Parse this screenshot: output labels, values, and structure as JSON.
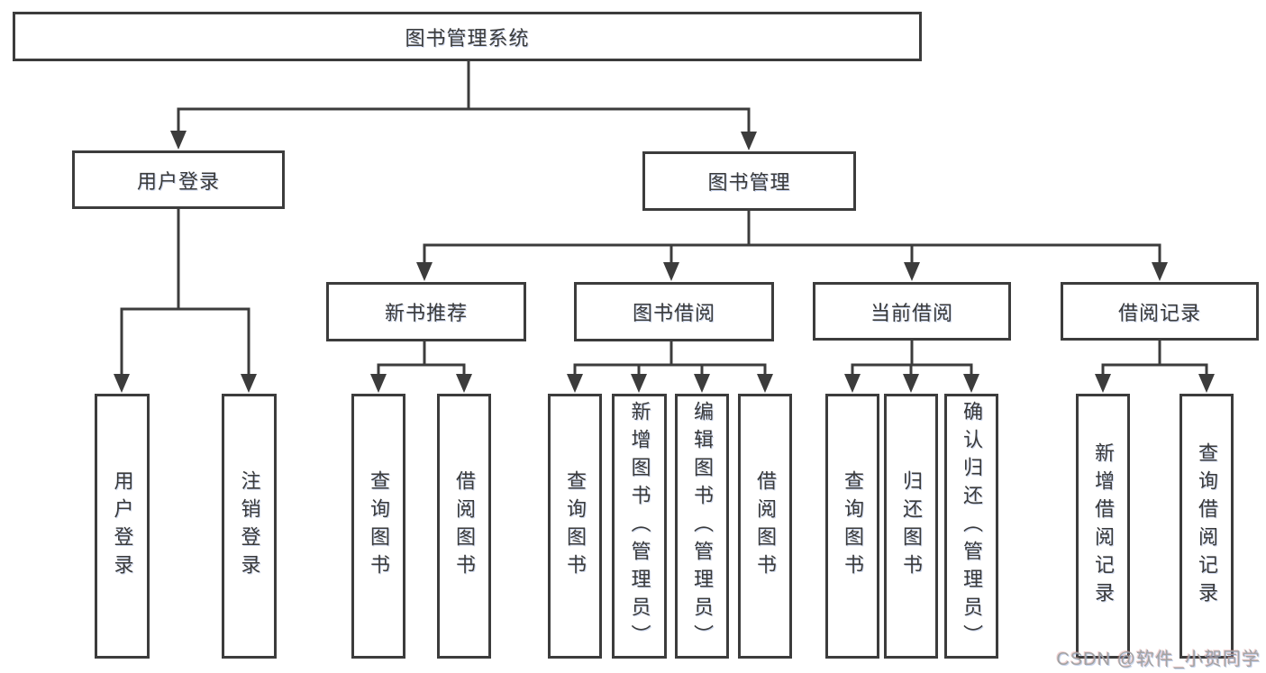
{
  "diagram": {
    "root": "图书管理系统",
    "level2": [
      "用户登录",
      "图书管理"
    ],
    "level3": [
      "新书推荐",
      "图书借阅",
      "当前借阅",
      "借阅记录"
    ],
    "leaves": {
      "login": [
        "用户登录",
        "注销登录"
      ],
      "recommend": [
        "查询图书",
        "借阅图书"
      ],
      "borrow": [
        "查询图书",
        "新增图书（管理员）",
        "编辑图书（管理员）",
        "借阅图书"
      ],
      "current": [
        "查询图书",
        "归还图书",
        "确认归还（管理员）"
      ],
      "record": [
        "新增借阅记录",
        "查询借阅记录"
      ]
    }
  },
  "watermark": "CSDN @软件_小贺同学",
  "colors": {
    "line": "#3c3c3c",
    "text": "#3a3a3a",
    "box_background": "#ffffff",
    "page_background": "#ffffff",
    "watermark": "#a3a3a3"
  }
}
